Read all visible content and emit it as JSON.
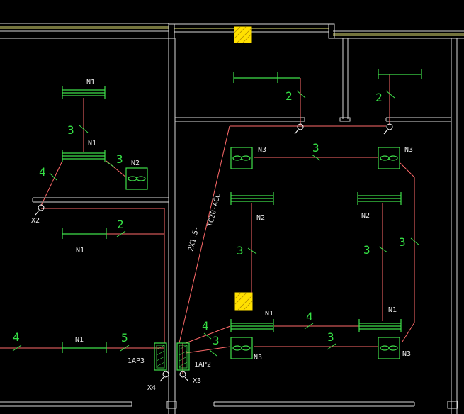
{
  "drawing": {
    "background": "#000000",
    "colors": {
      "wall": "#d8d8d8",
      "wire": "#ff6a6a",
      "fixture": "#3fe04a",
      "label": "#e8e8e8",
      "conduit_count": "#35e045",
      "yellow_box": "#ffe000"
    },
    "panels": [
      {
        "name": "panel-1ap3",
        "label": "1AP3"
      },
      {
        "name": "panel-1ap2",
        "label": "1AP2"
      }
    ],
    "junctions": [
      {
        "name": "junction-x2",
        "label": "X2"
      },
      {
        "name": "junction-x3",
        "label": "X3"
      },
      {
        "name": "junction-x4",
        "label": "X4"
      }
    ],
    "fixture_labels": {
      "n1_top": "N1",
      "n1_mid": "N1",
      "n2_fan_left": "N2",
      "n3_fan_top": "N3",
      "n3_fan_top_right": "N3",
      "n2_center_left": "N2",
      "n2_center_right": "N2",
      "n1_left_room": "N1",
      "n1_bottom_left": "N1",
      "n1_center_bottom_left": "N1",
      "n1_center_bottom_right": "N1",
      "n3_fan_bottom_left": "N3",
      "n3_fan_bottom_right": "N3"
    },
    "wire_counts": {
      "left_vertical": "3",
      "left_upper": "3",
      "left_diag": "4",
      "top_center": "2",
      "top_right": "2",
      "upper_horizontal": "3",
      "left_room": "2",
      "center_left_vertical": "3",
      "center_right_vertical": "3",
      "right_diag": "3",
      "center_bottom": "4",
      "bottom_horizontal": "3",
      "panel_upper": "4",
      "panel_lower": "3",
      "bottom_left_far": "4",
      "bottom_left_near": "5"
    },
    "cable_spec": {
      "line1": "2X1.5-",
      "line2": "TC20-ACC"
    }
  }
}
